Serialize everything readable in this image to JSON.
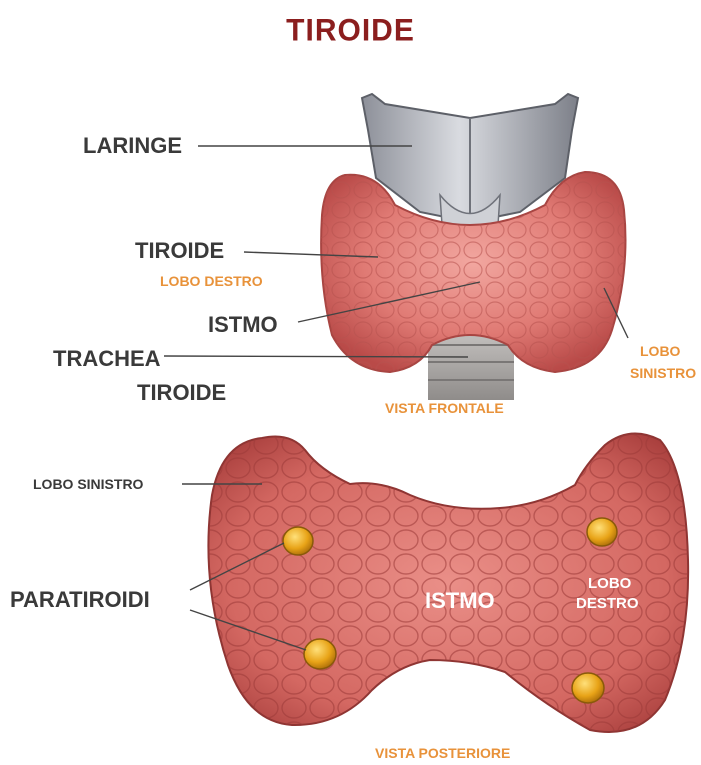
{
  "title": "TIROIDE",
  "frontal": {
    "laringe": "LARINGE",
    "tiroide": "TIROIDE",
    "lobo_destro": "LOBO DESTRO",
    "istmo": "ISTMO",
    "trachea": "TRACHEA",
    "tiroide2": "TIROIDE",
    "lobo_sinistro_1": "LOBO",
    "lobo_sinistro_2": "SINISTRO",
    "view": "VISTA FRONTALE"
  },
  "posterior": {
    "lobo_sinistro": "LOBO SINISTRO",
    "paratiroidi": "PARATIROIDI",
    "istmo": "ISTMO",
    "lobo_destro_1": "LOBO",
    "lobo_destro_2": "DESTRO",
    "view": "VISTA POSTERIORE"
  },
  "colors": {
    "title": "#8b1e1e",
    "label_dark": "#3a3a3a",
    "label_orange": "#e8923a",
    "gland": "#e07a74",
    "gland_dark": "#b94a48",
    "parathyroid": "#e8a317",
    "larynx": "#b9bcc4"
  }
}
